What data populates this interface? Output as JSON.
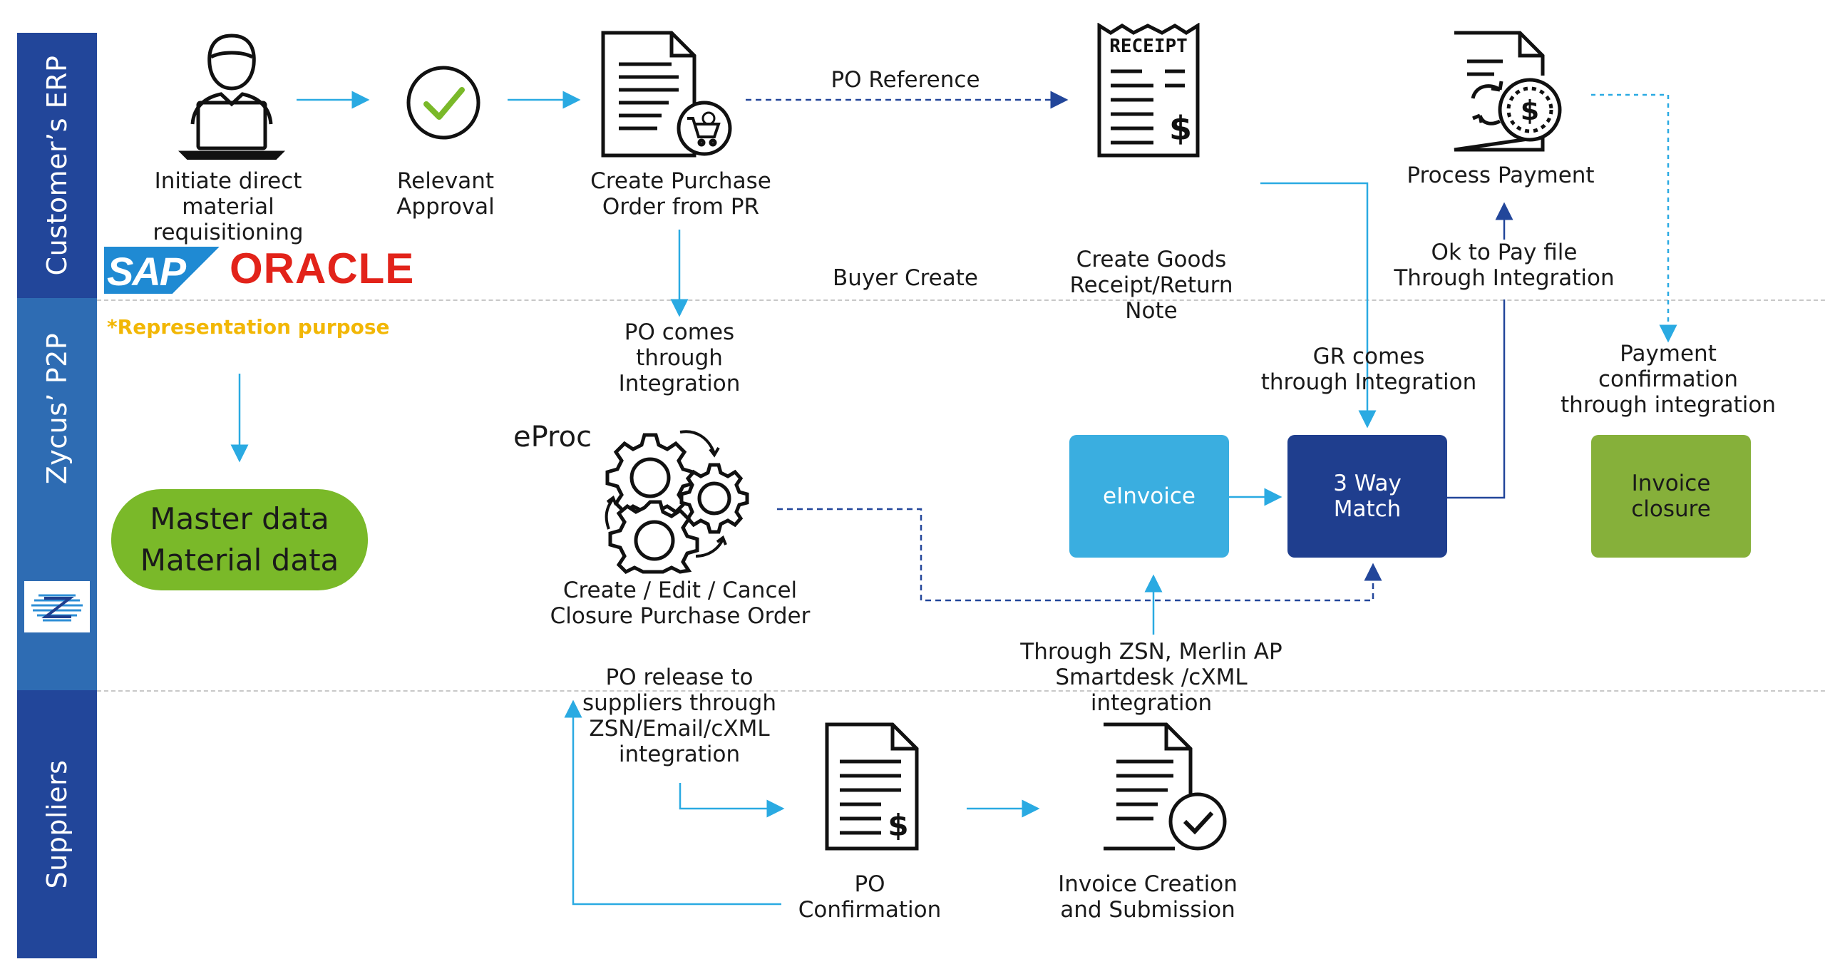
{
  "lanes": {
    "erp": "Customer’s ERP",
    "p2p": "Zycus’ P2P",
    "suppliers": "Suppliers"
  },
  "logos": {
    "sap": "SAP",
    "oracle": "ORACLE"
  },
  "note": "*Representation purpose",
  "steps": {
    "initiate": [
      "Initiate direct material",
      "requisitioning"
    ],
    "approval": [
      "Relevant",
      "Approval"
    ],
    "create_po": [
      "Create Purchase",
      "Order from PR"
    ],
    "receipt_icon_text": "RECEIPT",
    "process_payment": "Process Payment",
    "eproc": "eProc",
    "create_edit": [
      "Create / Edit / Cancel",
      "Closure Purchase Order"
    ],
    "po_confirmation": [
      "PO",
      "Confirmation"
    ],
    "invoice_creation": [
      "Invoice Creation",
      "and Submission"
    ]
  },
  "flow_labels": {
    "po_reference": "PO Reference",
    "buyer_create": "Buyer Create",
    "create_goods": [
      "Create Goods",
      "Receipt/Return",
      "Note"
    ],
    "ok_to_pay": [
      "Ok to Pay file",
      "Through Integration"
    ],
    "po_comes": [
      "PO comes",
      "through",
      "Integration"
    ],
    "gr_comes": [
      "GR comes",
      "through Integration"
    ],
    "payment_confirmation": [
      "Payment",
      "confirmation",
      "through integration"
    ],
    "through_zsn": [
      "Through ZSN, Merlin AP",
      "Smartdesk /cXML",
      "integration"
    ],
    "po_release": [
      "PO release to",
      "suppliers through",
      "ZSN/Email/cXML",
      "integration"
    ]
  },
  "boxes": {
    "master_data": [
      "Master data",
      "Material data"
    ],
    "einvoice": "eInvoice",
    "three_way": [
      "3 Way",
      "Match"
    ],
    "invoice_closure": [
      "Invoice",
      "closure"
    ]
  },
  "colors": {
    "lane_dark": "#22469a",
    "lane_mid": "#2e6cb3",
    "arrow_light": "#2aaae2",
    "arrow_dark": "#22469a",
    "einvoice": "#3aaee0",
    "three_way": "#1f3e8e",
    "invoice_closure": "#86b03a",
    "master_data": "#7ab929",
    "note": "#f2b705",
    "sap": "#1f8ad3",
    "oracle": "#e2231a"
  }
}
